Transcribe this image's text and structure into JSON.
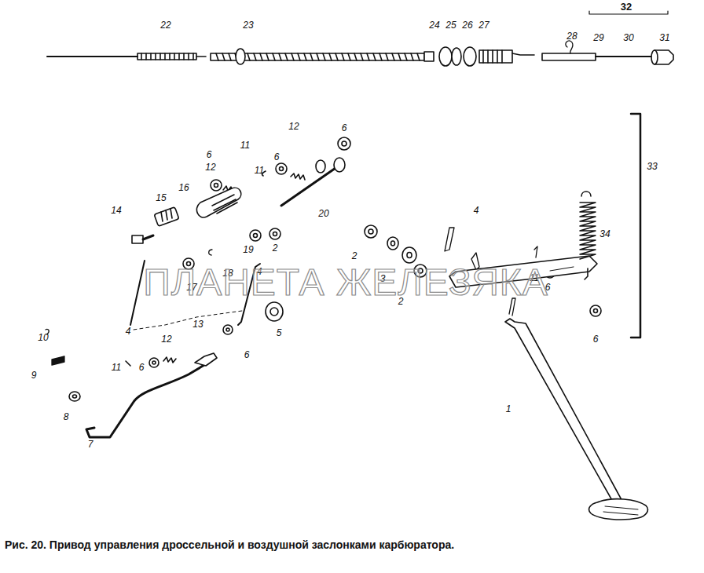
{
  "diagram": {
    "caption": "Рис. 20. Привод управления дроссельной и воздушной заслонками карбюратора.",
    "labels": [
      "22",
      "23",
      "24",
      "25",
      "26",
      "27",
      "28",
      "32",
      "29",
      "30",
      "31",
      "6",
      "11",
      "12",
      "11",
      "6",
      "6",
      "12",
      "16",
      "15",
      "14",
      "20",
      "2",
      "19",
      "18",
      "17",
      "13",
      "4",
      "4",
      "5",
      "6",
      "10",
      "9",
      "8",
      "7",
      "11",
      "6",
      "12",
      "2",
      "3",
      "2",
      "4",
      "11",
      "6",
      "6",
      "1",
      "33",
      "34",
      "ПЛАНЕТА ЖЕЛЕЗЯКА"
    ]
  }
}
